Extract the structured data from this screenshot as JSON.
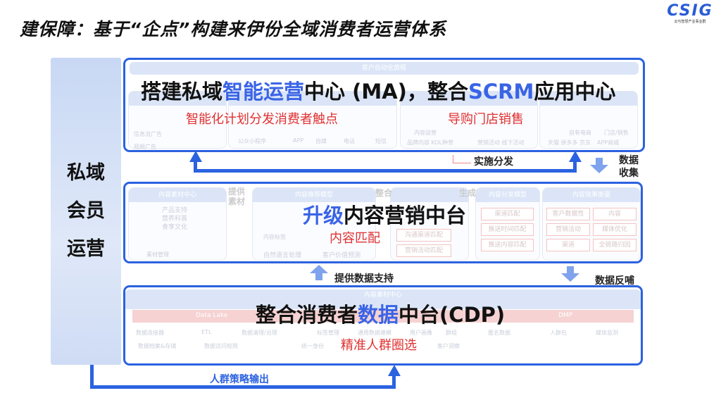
{
  "title": "建保障：基于“企点”构建来伊份全域消费者运营体系",
  "logo": {
    "text": "CSIG",
    "subtitle": "云与智慧产业事业群"
  },
  "left_panel": {
    "lines": [
      "私域",
      "会员",
      "运营"
    ]
  },
  "top_section": {
    "band_label": "客户自动化旅程",
    "headline_pre": "搭建私域",
    "headline_hl1": "智能运营",
    "headline_mid": "中心 (MA)，整合",
    "headline_hl2": "SCRM",
    "headline_post": "应用中心",
    "annotation_left": "智能化计划分发消费者触点",
    "annotation_right": "导购门店销售",
    "faint_items": [
      "信息流广告",
      "视频广告",
      "公众小程序",
      "APP",
      "自媒",
      "电话",
      "短信",
      "内容运营",
      "品牌内容 KOL种草",
      "营销活动 线下活动",
      "天猫 拼多多 京东",
      "自有电商",
      "APP商城",
      "门店/销售"
    ]
  },
  "flows": {
    "distribute": "实施分发",
    "collect": "数据收集",
    "provide_material": "提供素材",
    "integrate": "整合",
    "generate": "生成",
    "data_support": "提供数据支持",
    "data_feedback": "数据反哺",
    "crowd_output": "人群策略输出"
  },
  "mid_section": {
    "headline_hl": "升级",
    "headline_post": "内容营销中台",
    "annotation": "内容匹配",
    "cards": [
      "内容素材中心",
      "内容推荐模型",
      "内容分发模型",
      "内容效果衡量"
    ],
    "faint_items": [
      "产品支持",
      "营养科普",
      "食享文化",
      "素材管理",
      "内容标签",
      "自然语言处理",
      "客户价值预测",
      "沟通渠道匹配",
      "营销活动匹配"
    ],
    "distribution_boxes": [
      "渠道匹配",
      "推送时间匹配",
      "推送内容匹配"
    ],
    "measure_boxes": [
      "客户数据性",
      "内容",
      "营销活动",
      "媒体优化",
      "渠道",
      "全链路归因"
    ]
  },
  "bottom_section": {
    "band_label": "内容素材中心",
    "headline_pre": "整合消费者",
    "headline_hl": "数据",
    "headline_post": "中台(CDP)",
    "annotation": "精准人群圈选",
    "data_lake": "Data Lake",
    "dmp": "DMP",
    "faint_items": [
      "数据连接器",
      "ETL",
      "数据清理/治理",
      "标签管理",
      "通用数据建模",
      "用户画像",
      "群组",
      "匿名数据",
      "人群包",
      "媒体监测",
      "数据档案&存储",
      "数据访问权限",
      "统一身份",
      "客户洞察"
    ]
  },
  "colors": {
    "accent": "#2b62e0",
    "highlight": "#3a64e6",
    "annotation": "#e03030"
  }
}
